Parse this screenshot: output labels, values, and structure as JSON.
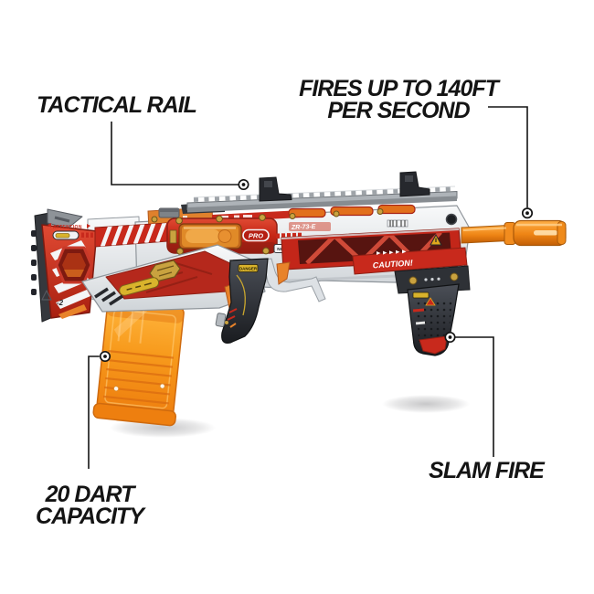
{
  "scene": {
    "background_color": "#ffffff",
    "subject": "Toy dart blaster product photo with feature callouts"
  },
  "colors": {
    "background": "#ffffff",
    "ink": "#141414",
    "orange": "#f28c1e",
    "mag_orange": "#f59d22",
    "red": "#c8291c",
    "dark_red": "#8e1f14",
    "silver": "#e9ebed",
    "dark_gray": "#2e3136",
    "gold": "#c9a23f"
  },
  "callouts": {
    "tactical_rail": {
      "lines": [
        "TACTICAL RAIL"
      ]
    },
    "fire_velocity": {
      "lines": [
        "FIRES UP TO 140FT",
        "PER SECOND"
      ]
    },
    "dart_capacity": {
      "lines": [
        "20 DART",
        "CAPACITY"
      ]
    },
    "slam_fire": {
      "lines": [
        "SLAM FIRE"
      ]
    }
  },
  "blaster": {
    "markings": {
      "pro_badge": "PRO",
      "model_code": "ZR-73-E",
      "caution": "CAUTION!",
      "attention": "ATTENTION",
      "danger": "DANGER",
      "no_stop": "NO STOP",
      "stock_counter": "-2"
    }
  }
}
